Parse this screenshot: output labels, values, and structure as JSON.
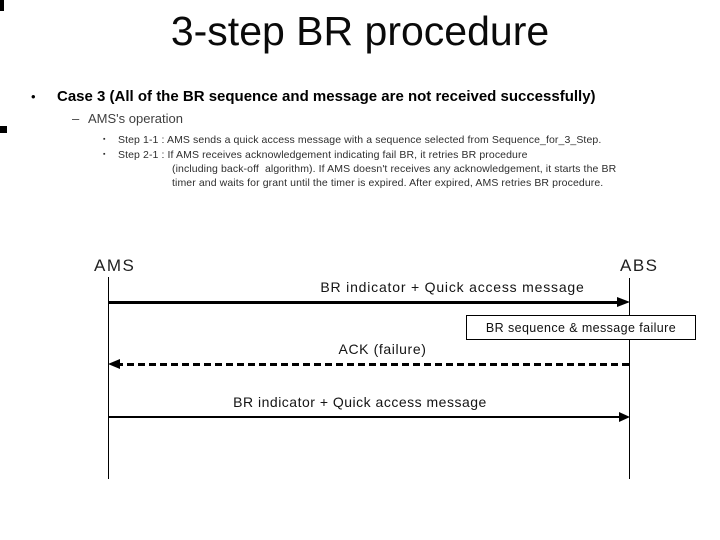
{
  "slide": {
    "title": "3-step BR procedure",
    "bullet_case": {
      "marker": "•",
      "text": "Case 3 (All of the BR sequence and message are not received successfully)"
    },
    "bullet_operation": {
      "marker": "–",
      "text": "AMS's operation"
    },
    "bullet_step11": {
      "marker": "▪",
      "text": "Step 1-1 : AMS sends a quick access message with a sequence selected from Sequence_for_3_Step."
    },
    "bullet_step21": {
      "marker": "▪",
      "line1": "Step 2-1 : If AMS receives acknowledgement indicating fail BR, it retries BR procedure",
      "line2": "(including back-off  algorithm). If AMS doesn't receives any acknowledgement, it starts the BR",
      "line3": "timer and waits for grant until the timer is expired. After expired, AMS retries BR procedure."
    }
  },
  "diagram": {
    "left_actor": "AMS",
    "right_actor": "ABS",
    "arrow1_label": "BR indicator + Quick access message",
    "failure_box_label": "BR sequence & message failure",
    "ack_label": "ACK (failure)",
    "arrow2_label": "BR indicator + Quick access message"
  },
  "colors": {
    "background": "#ffffff",
    "text_primary": "#000000",
    "text_secondary": "#3f3f3f",
    "line": "#000000"
  }
}
